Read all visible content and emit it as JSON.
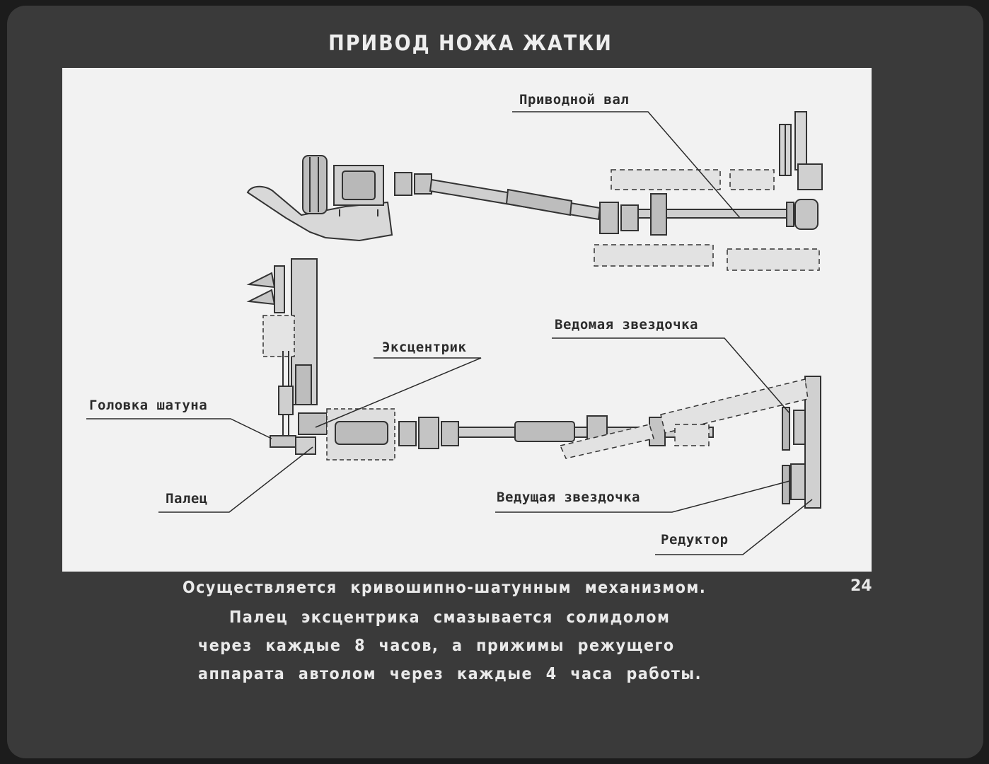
{
  "title": "ПРИВОД НОЖА ЖАТКИ",
  "page_number": "24",
  "labels": {
    "drive_shaft": "Приводной вал",
    "driven_sprocket": "Ведомая звездочка",
    "eccentric": "Эксцентрик",
    "rod_head": "Головка шатуна",
    "pin": "Палец",
    "drive_sprocket": "Ведущая звездочка",
    "reducer": "Редуктор"
  },
  "caption": [
    "Осуществляется кривошипно-шатунным механизмом.",
    "Палец эксцентрика смазывается солидолом",
    "через каждые 8 часов, а прижимы режущего",
    "аппарата автолом через каждые 4 часа работы."
  ]
}
